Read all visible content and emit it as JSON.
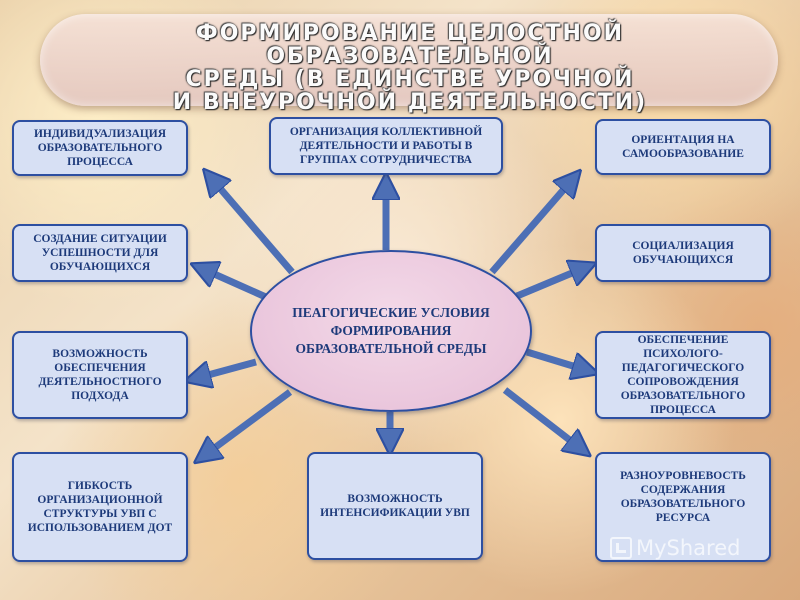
{
  "title": {
    "line1": "ФОРМИРОВАНИЕ ЦЕЛОСТНОЙ ОБРАЗОВАТЕЛЬНОЙ",
    "line2": "СРЕДЫ (В ЕДИНСТВЕ УРОЧНОЙ",
    "line3": "И ВНЕУРОЧНОЙ ДЕЯТЕЛЬНОСТИ)"
  },
  "center": "ПЕАГОГИЧЕСКИЕ УСЛОВИЯ ФОРМИРОВАНИЯ ОБРАЗОВАТЕЛЬНОЙ СРЕДЫ",
  "nodes": [
    "ИНДИВИДУАЛИЗАЦИЯ ОБРАЗОВАТЕЛЬНОГО ПРОЦЕССА",
    "ОРГАНИЗАЦИЯ КОЛЛЕКТИВНОЙ ДЕЯТЕЛЬНОСТИ И РАБОТЫ В ГРУППАХ СОТРУДНИЧЕСТВА",
    "ОРИЕНТАЦИЯ НА САМООБРАЗОВАНИЕ",
    "СОЗДАНИЕ СИТУАЦИИ УСПЕШНОСТИ ДЛЯ ОБУЧАЮЩИХСЯ",
    "СОЦИАЛИЗАЦИЯ ОБУЧАЮЩИХСЯ",
    "ВОЗМОЖНОСТЬ ОБЕСПЕЧЕНИЯ ДЕЯТЕЛЬНОСТНОГО ПОДХОДА",
    "ОБЕСПЕЧЕНИЕ ПСИХОЛОГО-ПЕДАГОГИЧЕСКОГО СОПРОВОЖДЕНИЯ ОБРАЗОВАТЕЛЬНОГО ПРОЦЕССА",
    "ГИБКОСТЬ ОРГАНИЗАЦИОННОЙ СТРУКТУРЫ УВП С ИСПОЛЬЗОВАНИЕМ ДОТ",
    "ВОЗМОЖНОСТЬ ИНТЕНСИФИКАЦИИ УВП",
    "РАЗНОУРОВНЕВОСТЬ СОДЕРЖАНИЯ ОБРАЗОВАТЕЛЬНОГО РЕСУРСА"
  ],
  "watermark": "MyShared",
  "colors": {
    "box_fill": "#d7e0f4",
    "box_border": "#2d4fa1",
    "arrow": "#4d6fb5",
    "center_fill": "#eac6dc",
    "text": "#1d3a7a"
  }
}
